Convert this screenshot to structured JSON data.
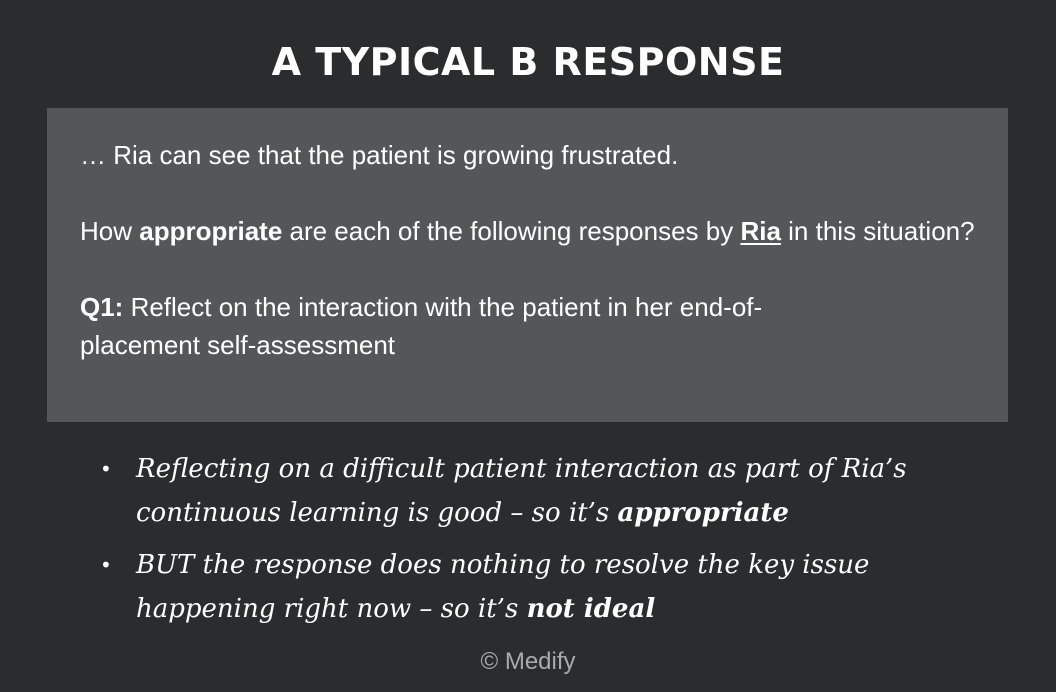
{
  "title": "A TYPICAL B RESPONSE",
  "scenario": {
    "intro": "… Ria can see that the patient is growing frustrated.",
    "question": {
      "part1": "How ",
      "bold_word": "appropriate",
      "part2": " are each of the following responses by ",
      "name": "Ria",
      "part3": " in this situation?"
    },
    "q1": {
      "label": "Q1:",
      "text": " Reflect on the interaction with the patient in her end-of-placement self-assessment"
    }
  },
  "bullets": [
    {
      "text": "Reflecting on a difficult patient interaction as part of Ria’s continuous learning is good – so it’s ",
      "emphasis": "appropriate"
    },
    {
      "text": "BUT the response does nothing to resolve the key issue happening right now – so it’s ",
      "emphasis": "not ideal"
    }
  ],
  "bullet_glyph": "•",
  "copyright": "© Medify",
  "colors": {
    "background": "#2b2c2e",
    "panel": "#545658",
    "text": "#ffffff",
    "muted": "#a9aaac"
  }
}
